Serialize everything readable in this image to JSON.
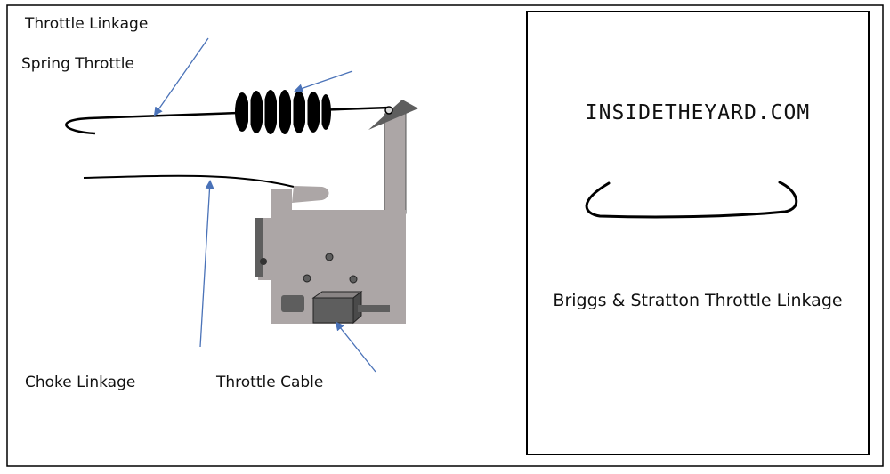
{
  "labels": {
    "throttle_linkage": "Throttle Linkage",
    "spring_throttle": "Spring Throttle",
    "choke_linkage": "Choke Linkage",
    "throttle_cable": "Throttle Cable"
  },
  "panel": {
    "brand": "INSIDETHEYARD.COM",
    "caption": "Briggs & Stratton Throttle Linkage"
  },
  "colors": {
    "arrow": "#4a72b8",
    "plate": "#aca6a6",
    "plate_dark": "#5e5e5e",
    "line": "#000000"
  }
}
